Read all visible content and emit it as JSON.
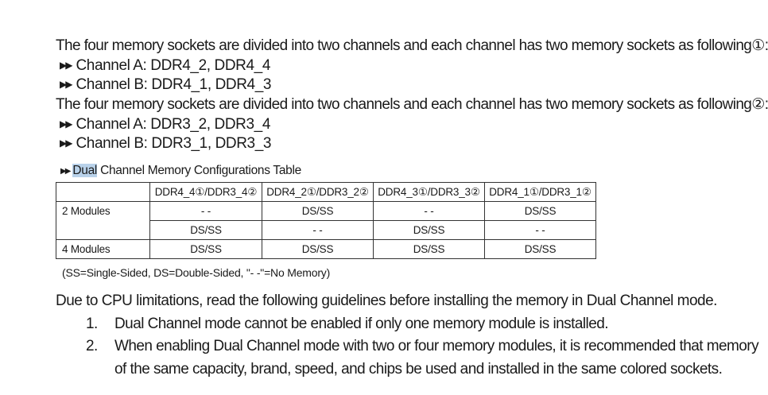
{
  "intro": [
    {
      "text": "The four memory sockets are divided into two channels and each channel has two memory sockets as following①:",
      "bullets": [
        "Channel A: DDR4_2, DDR4_4",
        "Channel B: DDR4_1, DDR4_3"
      ]
    },
    {
      "text": "The four memory sockets are divided into two channels and each channel has two memory sockets as following②:",
      "bullets": [
        "Channel A: DDR3_2, DDR3_4",
        "Channel B: DDR3_1, DDR3_3"
      ]
    }
  ],
  "bullet_arrow": "▶▶",
  "table": {
    "title_highlight": "Dual",
    "title_rest": " Channel Memory Configurations Table",
    "headers": [
      "",
      "DDR4_4①/DDR3_4②",
      "DDR4_2①/DDR3_2②",
      "DDR4_3①/DDR3_3②",
      "DDR4_1①/DDR3_1②"
    ],
    "row_label_2": "2 Modules",
    "row_label_4": "4 Modules",
    "rows": [
      [
        "- -",
        "DS/SS",
        "- -",
        "DS/SS"
      ],
      [
        "DS/SS",
        "- -",
        "DS/SS",
        "- -"
      ],
      [
        "DS/SS",
        "DS/SS",
        "DS/SS",
        "DS/SS"
      ]
    ],
    "note": "(SS=Single-Sided, DS=Double-Sided, \"- -\"=No Memory)"
  },
  "guidelines": {
    "intro": "Due to CPU limitations, read the following guidelines before installing the memory in Dual Channel mode.",
    "items": [
      {
        "num": "1.",
        "lines": [
          "Dual Channel mode cannot be enabled if only one memory module is installed."
        ]
      },
      {
        "num": "2.",
        "lines": [
          "When enabling Dual Channel mode with two or four memory modules, it is recommended that memory",
          "of the same capacity, brand, speed, and chips be used and installed in the same colored sockets."
        ]
      }
    ]
  }
}
